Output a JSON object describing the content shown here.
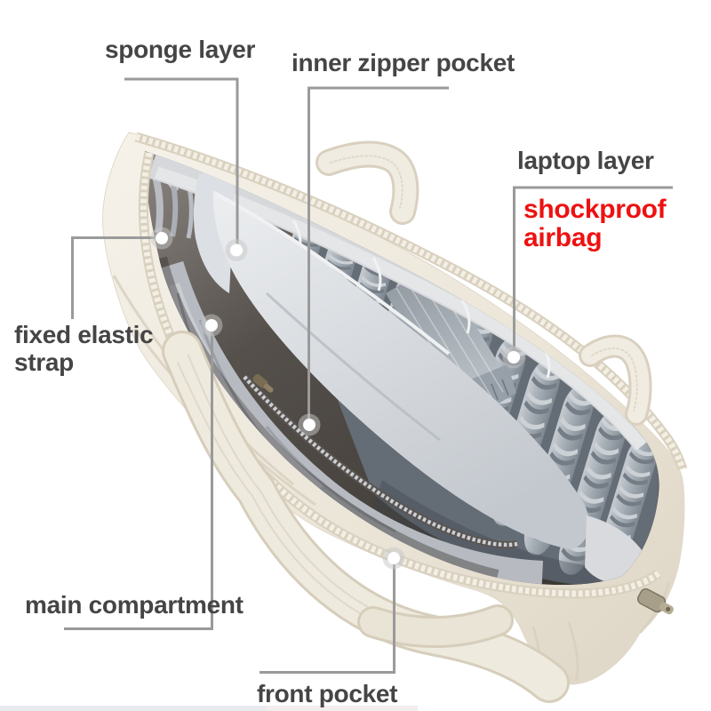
{
  "figure": {
    "type": "product-annotation-diagram",
    "subject": "open laptop tote bag viewed from above",
    "background_color": "#ffffff"
  },
  "annotation_style": {
    "line_color": "#9a9a9a",
    "text_color": "#454545",
    "highlight_text_color": "#ee1111",
    "dot_style": "white dot with translucent ring"
  },
  "annotations": [
    {
      "id": "sponge-layer",
      "label": "sponge layer",
      "color": "#454545"
    },
    {
      "id": "inner-zipper-pocket",
      "label": "inner zipper pocket",
      "color": "#454545"
    },
    {
      "id": "laptop-layer",
      "label": "laptop layer",
      "color": "#454545"
    },
    {
      "id": "shockproof-airbag",
      "label": "shockproof airbag",
      "color": "#ee1111"
    },
    {
      "id": "fixed-elastic-strap",
      "label": "fixed elastic strap",
      "color": "#454545"
    },
    {
      "id": "main-compartment",
      "label": "main compartment",
      "color": "#454545"
    },
    {
      "id": "front-pocket",
      "label": "front pocket",
      "color": "#454545"
    }
  ],
  "bag_colors": {
    "exterior_cream": "#ece6d9",
    "exterior_highlight": "#f6f2ea",
    "exterior_shadow": "#d9d1bf",
    "interior_dark": "#49443f",
    "lining_silver": "#c8cacd",
    "divider_silver": "#d8dade",
    "airbag_rib_gray": "#99a1aa",
    "elastic_strap_gray": "#a4abb2",
    "zipper_metal": "#a79f8a"
  }
}
